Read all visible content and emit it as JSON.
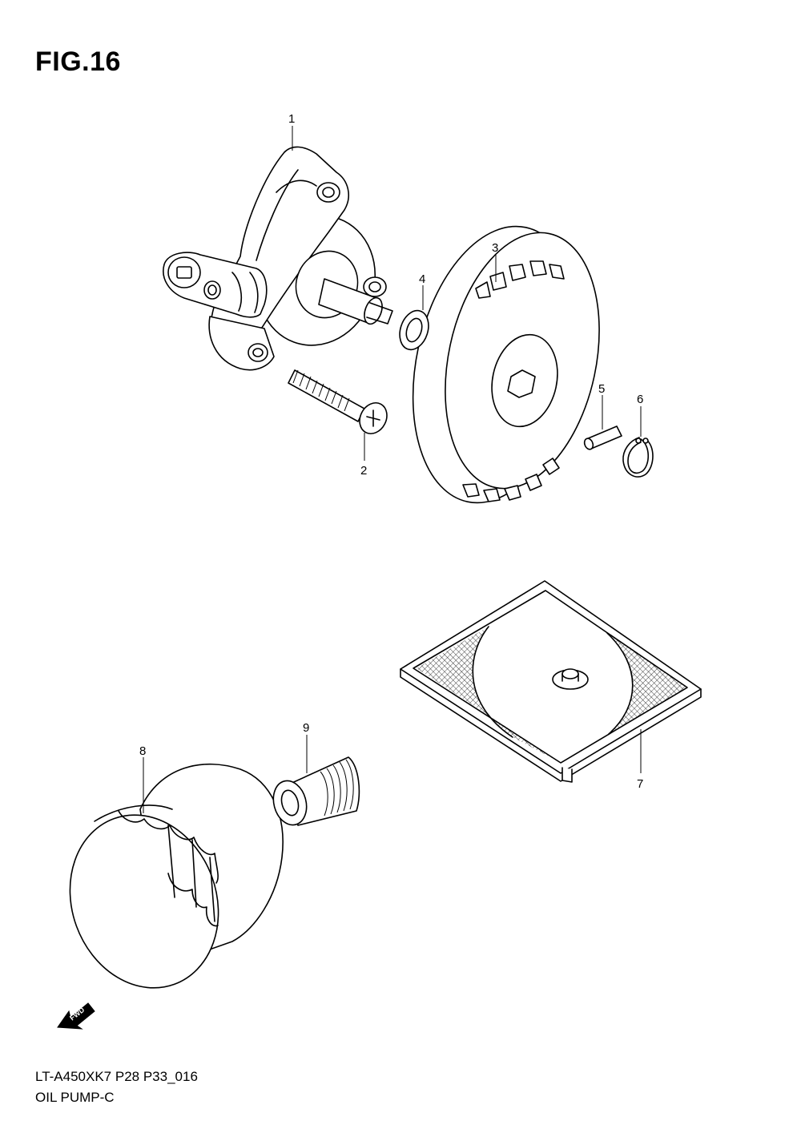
{
  "figure": {
    "title": "FIG.16"
  },
  "callouts": [
    "1",
    "2",
    "3",
    "4",
    "5",
    "6",
    "7",
    "8",
    "9"
  ],
  "fwd_arrow": {
    "label": "FWD"
  },
  "footer": {
    "model_code": "LT-A450XK7  P28  P33_016",
    "section_name": "OIL PUMP-C"
  }
}
